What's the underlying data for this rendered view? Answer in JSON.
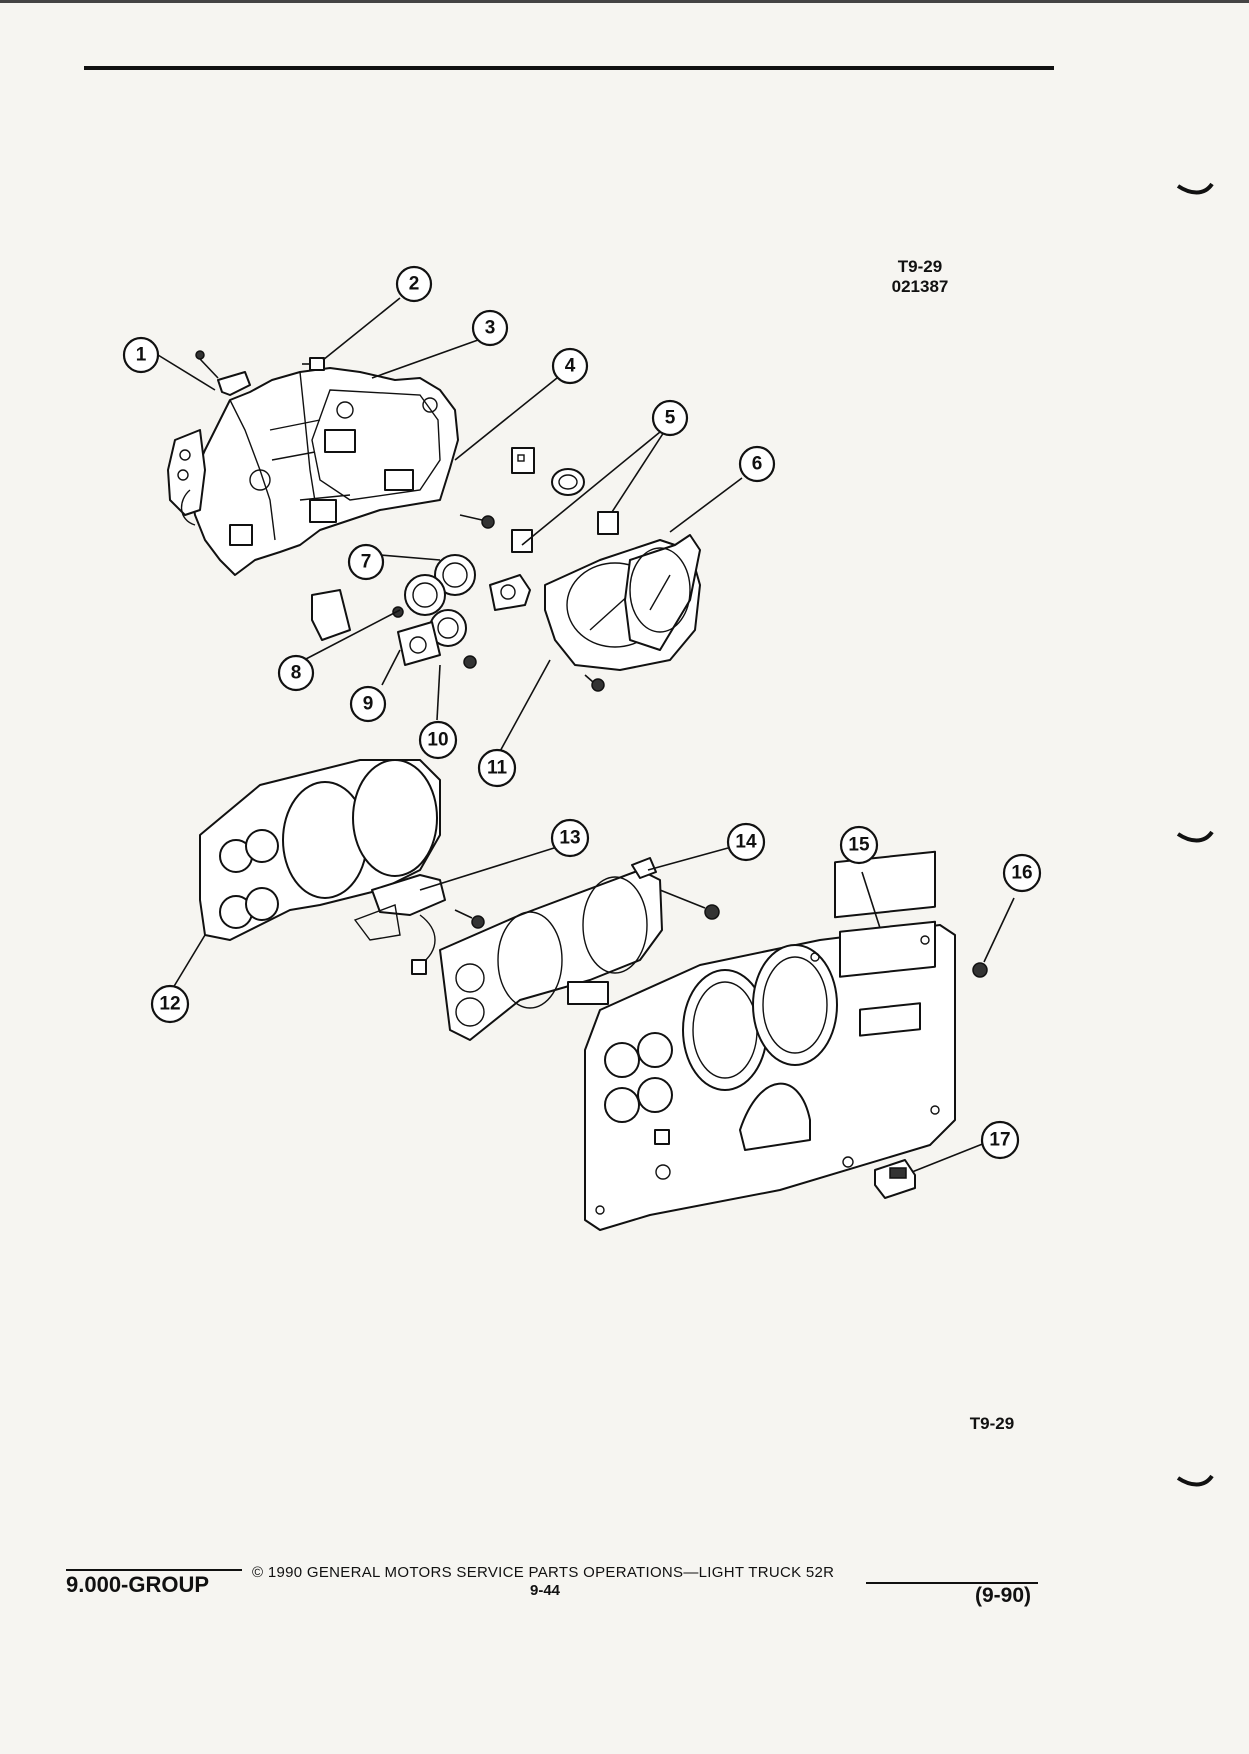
{
  "figure": {
    "id_top": "T9-29",
    "code_top": "021387",
    "id_bottom": "T9-29"
  },
  "callouts": [
    "1",
    "2",
    "3",
    "4",
    "5",
    "6",
    "7",
    "8",
    "9",
    "10",
    "11",
    "12",
    "13",
    "14",
    "15",
    "16",
    "17"
  ],
  "footer": {
    "group": "9.000-GROUP",
    "copyright": "© 1990 GENERAL MOTORS SERVICE PARTS OPERATIONS—LIGHT TRUCK 52R",
    "page": "9-44",
    "date": "(9-90)"
  }
}
